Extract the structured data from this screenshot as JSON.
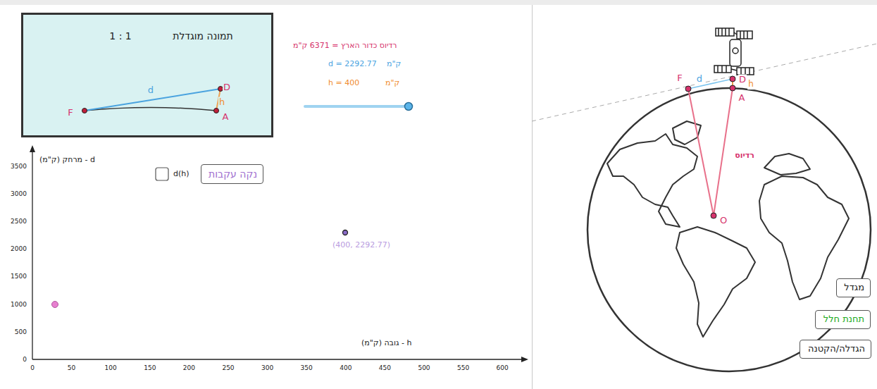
{
  "diagram": {
    "nodes": [
      {
        "text": [
          "1 : 1",
          "תמונה מוגדלת"
        ]
      },
      {
        "text": [
          "נקה עקבות"
        ]
      },
      {
        "text": [
          "מגדל"
        ]
      },
      {
        "text": [
          "תחנת חלל"
        ]
      },
      {
        "text": [
          "הגדלה/הקטנה"
        ]
      }
    ],
    "labels": [
      "D",
      "F",
      "d",
      "h",
      "A",
      "רדיוס כדור הארץ = 6371 ק\"מ",
      "d = 2292.77",
      "ק\"מ",
      "h = 400",
      "ק\"מ",
      "d - מרחק (ק\"מ)",
      "d(h)",
      "3500",
      "3000",
      "2500",
      "2000",
      "1500",
      "1000",
      "500",
      "0",
      "0",
      "50",
      "100",
      "150",
      "200",
      "250",
      "300",
      "350",
      "400",
      "450",
      "500",
      "550",
      "600",
      "(400, 2292.77)",
      "h - גובה (ק\"מ)",
      "F",
      "d",
      "D",
      "h",
      "A",
      "O",
      "רדיוס"
    ]
  }
}
